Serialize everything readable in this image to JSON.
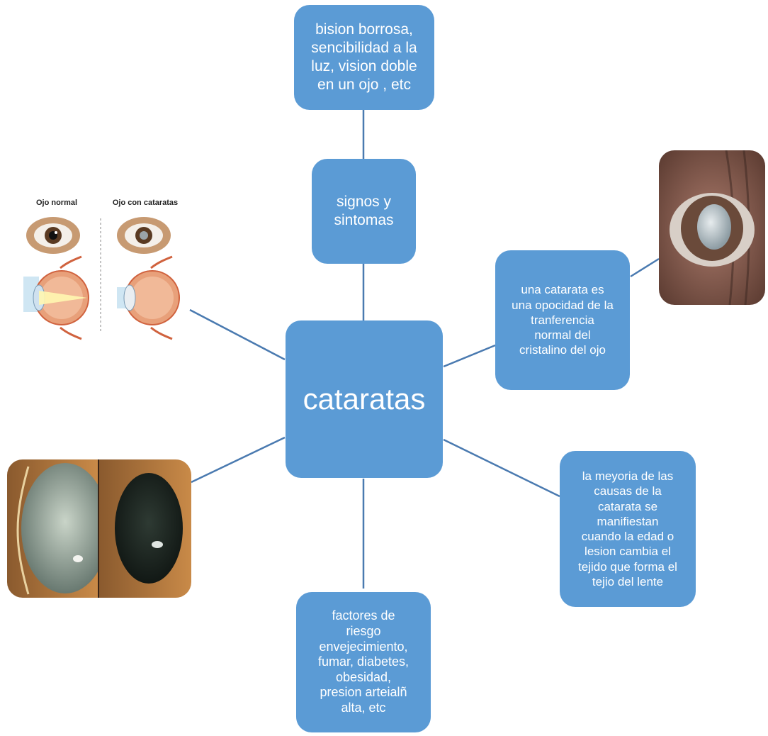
{
  "diagram": {
    "center": {
      "label": "cataratas"
    },
    "nodes": {
      "symptoms_detail": {
        "label": "bision borrosa,\nsencibilidad a la\nluz, vision doble\nen un ojo , etc"
      },
      "symptoms": {
        "label": "signos y\nsintomas"
      },
      "definition": {
        "label": "una catarata es\nuna opocidad de la\ntranferencia\nnormal del\ncristalino del ojo"
      },
      "causes": {
        "label": "la meyoria de las\ncausas de la\ncatarata se\nmanifiestan\ncuando la edad o\nlesion cambia el\ntejido que forma el\ntejio del lente"
      },
      "risk_factors": {
        "label": "factores de\nriesgo\nenvejecimiento,\nfumar, diabetes,\nobesidad,\npresion arteialñ\nalta, etc"
      }
    },
    "images": {
      "eye_comparison": {
        "label_left": "Ojo normal",
        "label_right": "Ojo con cataratas"
      }
    }
  },
  "colors": {
    "node": "#5b9bd5",
    "connector": "#4a7ab0"
  }
}
